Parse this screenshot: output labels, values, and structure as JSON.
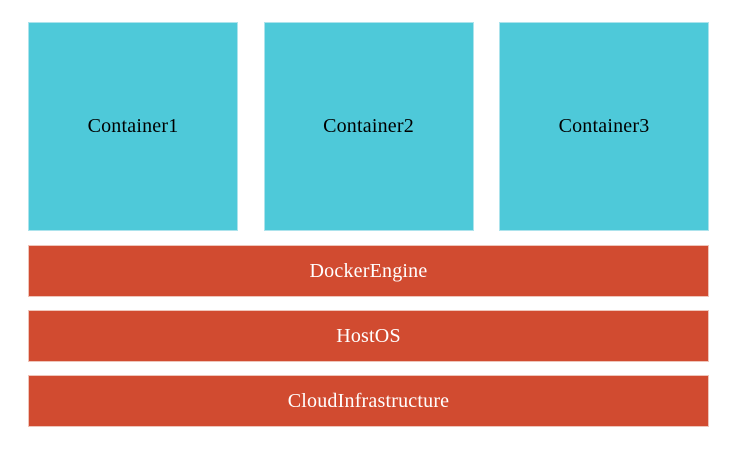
{
  "diagram": {
    "title": "docker-architecture-diagram",
    "containers": [
      {
        "label": "Container1"
      },
      {
        "label": "Container2"
      },
      {
        "label": "Container3"
      }
    ],
    "layers": [
      {
        "label": "DockerEngine"
      },
      {
        "label": "HostOS"
      },
      {
        "label": "CloudInfrastructure"
      }
    ],
    "colors": {
      "container_fill": "#4ec9d9",
      "container_border": "#ace3ec",
      "container_text": "#000000",
      "layer_fill": "#d14b30",
      "layer_border": "#efc5ba",
      "layer_text": "#ffffff",
      "background": "#ffffff"
    }
  }
}
